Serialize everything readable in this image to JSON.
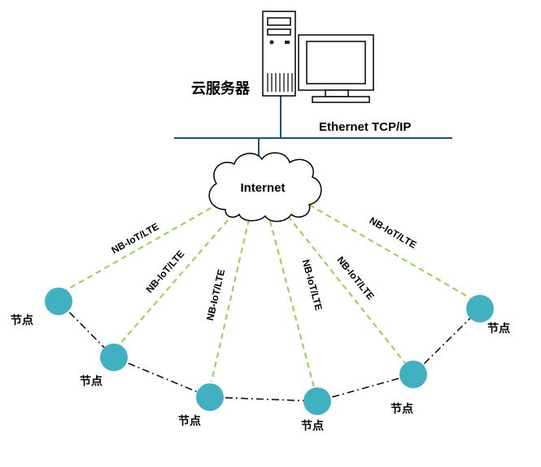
{
  "diagram": {
    "server_label": "云服务器",
    "ethernet_label": "Ethernet TCP/IP",
    "internet_label": "Internet",
    "nodes": [
      {
        "label": "节点"
      },
      {
        "label": "节点"
      },
      {
        "label": "节点"
      },
      {
        "label": "节点"
      },
      {
        "label": "节点"
      },
      {
        "label": "节点"
      }
    ],
    "links": [
      {
        "label": "NB-IoT/LTE"
      },
      {
        "label": "NB-IoT/LTE"
      },
      {
        "label": "NB-IoT/LTE"
      },
      {
        "label": "NB-IoT/LTE"
      },
      {
        "label": "NB-IoT/LTE"
      },
      {
        "label": "NB-IoT/LTE"
      }
    ],
    "colors": {
      "node_fill": "#41b1c2",
      "link_dashed": "#92d050",
      "backbone": "#1a5276"
    }
  }
}
